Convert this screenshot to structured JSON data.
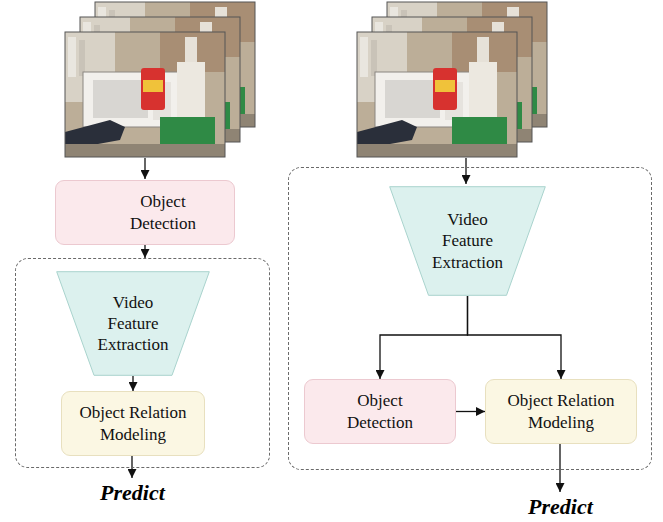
{
  "diagram": {
    "nodes": [
      {
        "text": [
          "Object Detection"
        ]
      },
      {
        "text": []
      },
      {
        "text": [
          "Video Feature Extraction"
        ],
        "in": 1
      },
      {
        "text": [
          "Object Relation Modeling"
        ],
        "in": 1
      },
      {
        "text": []
      },
      {
        "text": [
          "Video Feature Extraction"
        ],
        "in": 4
      },
      {
        "text": [
          "Object Detection"
        ],
        "in": 4
      },
      {
        "text": [
          "Object Relation Modeling"
        ],
        "in": 4
      }
    ],
    "edges": [
      {
        "from": 0,
        "to": 1,
        "arrow": "to"
      },
      {
        "from": 2,
        "to": 3,
        "arrow": "to"
      },
      {
        "from": 5,
        "to": 6,
        "arrow": "to"
      },
      {
        "from": 5,
        "to": 7,
        "arrow": "to"
      },
      {
        "from": 6,
        "to": 7,
        "arrow": "to"
      }
    ],
    "labels": [
      "Predict",
      "Predict"
    ]
  }
}
